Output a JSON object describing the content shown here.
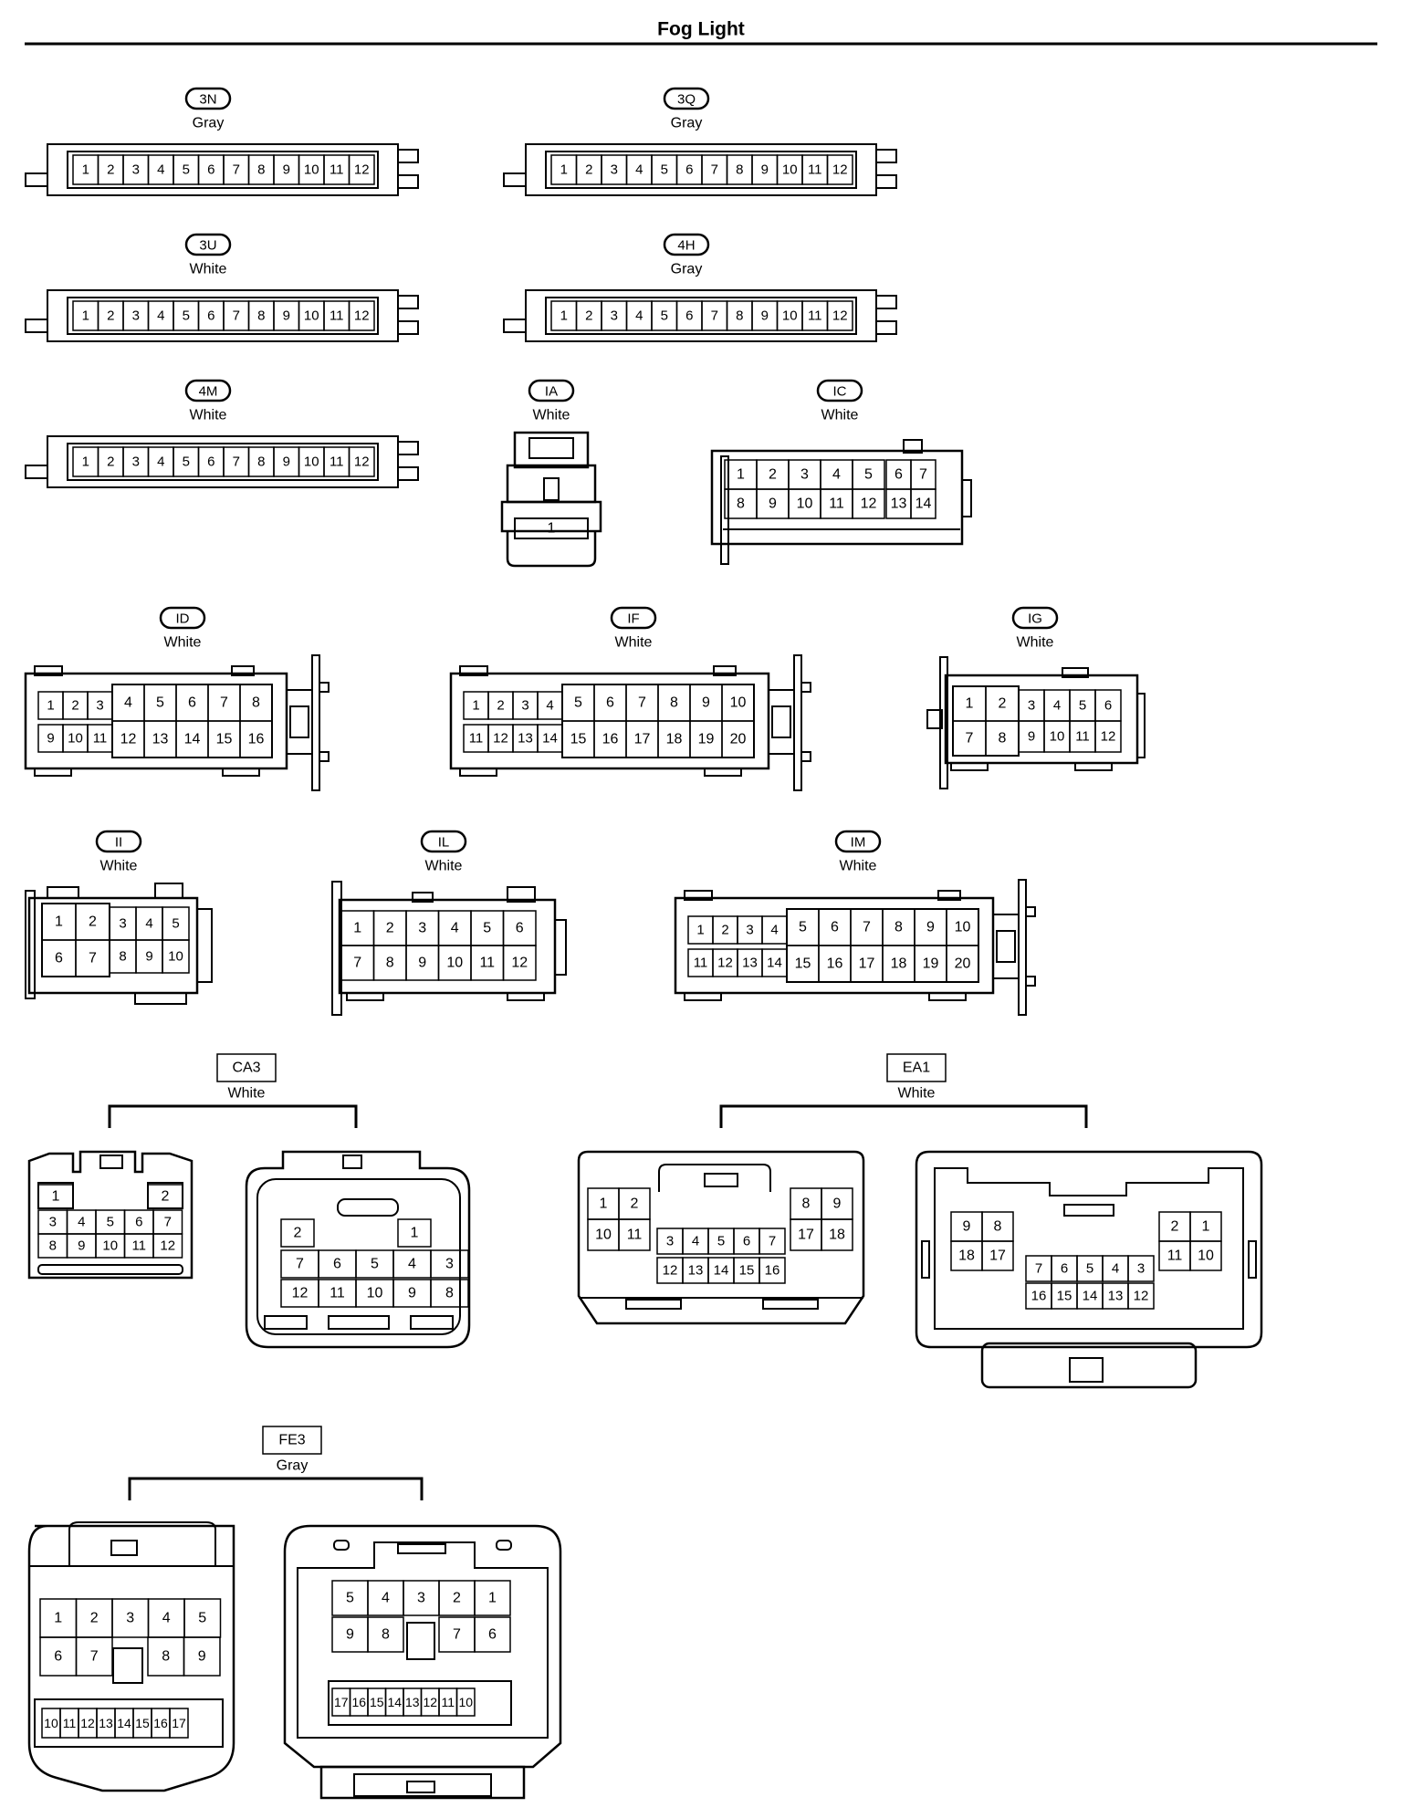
{
  "title": "Fog Light",
  "connectors": {
    "c3N": {
      "code": "3N",
      "color": "Gray"
    },
    "c3Q": {
      "code": "3Q",
      "color": "Gray"
    },
    "c3U": {
      "code": "3U",
      "color": "White"
    },
    "c4H": {
      "code": "4H",
      "color": "Gray"
    },
    "c4M": {
      "code": "4M",
      "color": "White"
    },
    "cIA": {
      "code": "IA",
      "color": "White"
    },
    "cIC": {
      "code": "IC",
      "color": "White"
    },
    "cID": {
      "code": "ID",
      "color": "White"
    },
    "cIF": {
      "code": "IF",
      "color": "White"
    },
    "cIG": {
      "code": "IG",
      "color": "White"
    },
    "cII": {
      "code": "II",
      "color": "White"
    },
    "cIL": {
      "code": "IL",
      "color": "White"
    },
    "cIM": {
      "code": "IM",
      "color": "White"
    },
    "cCA3": {
      "code": "CA3",
      "color": "White"
    },
    "cEA1": {
      "code": "EA1",
      "color": "White"
    },
    "cFE3": {
      "code": "FE3",
      "color": "Gray"
    }
  }
}
